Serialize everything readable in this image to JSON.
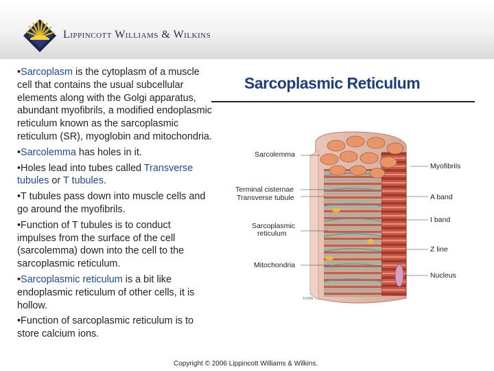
{
  "header": {
    "publisher_name": "Lippincott Williams & Wilkins"
  },
  "body": {
    "para1_term": "Sarcoplasm",
    "para1_rest": " is the cytoplasm of a muscle cell that contains the usual subcellular elements along with the Golgi apparatus, abundant myofibrils, a modified endoplasmic reticulum known as the sarcoplasmic reticulum (SR), myoglobin and mitochondria.",
    "para2_term": "Sarcolemma",
    "para2_rest": " has holes in it.",
    "para3_a": "Holes lead into tubes called ",
    "para3_term1": "Transverse tubules",
    "para3_mid": " or ",
    "para3_term2": "T tubules",
    "para3_end": ".",
    "para4": "T tubules pass down into muscle cells and go around the myofibrils.",
    "para5": "Function of T tubules is to conduct impulses from the surface of the cell (sarcolemma) down into the cell to the sarcoplasmic reticulum.",
    "para6_term": "Sarcoplasmic reticulum",
    "para6_rest": " is a bit like endoplasmic reticulum of other cells, it is hollow.",
    "para7": "Function of sarcoplasmic reticulum is to store calcium ions."
  },
  "figure": {
    "title": "Sarcoplasmic Reticulum",
    "labels_left": {
      "sarcolemma": "Sarcolemma",
      "terminal_cisternae": "Terminal cisternae",
      "transverse_tubule": "Transverse tubule",
      "sarcoplasmic_reticulum_1": "Sarcoplasmic",
      "sarcoplasmic_reticulum_2": "reticulum",
      "mitochondria": "Mitochondria"
    },
    "labels_right": {
      "myofibrils": "Myofibrils",
      "a_band": "A band",
      "i_band": "I band",
      "z_line": "Z line",
      "nucleus": "Nucleus"
    },
    "credit": "©LWW"
  },
  "footer": {
    "copyright": "Copyright © 2006 Lippincott Williams & Wilkins."
  },
  "colors": {
    "accent_blue": "#1e4a8c",
    "title_blue": "#1f3f7a",
    "logo_gold": "#e8b818"
  }
}
